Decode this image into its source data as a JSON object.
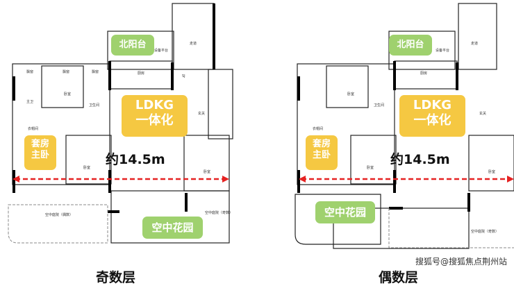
{
  "odd": {
    "caption": "奇数层",
    "north_balcony": "北阳台",
    "ldkg_1": "LDKG",
    "ldkg_2": "一体化",
    "suite_1": "套房",
    "suite_2": "主卧",
    "width": "约14.5m",
    "garden": "空中花园",
    "rooms": {
      "bay1": "飘窗",
      "bay2": "飘窗",
      "bay3": "飘窗",
      "bed_main": "卧室",
      "master_bath": "主卫",
      "bath": "卫生间",
      "kitchen": "厨房",
      "foyer": "玄关",
      "corridor": "走道",
      "equipment": "设备平台",
      "closet": "衣帽间",
      "master": "主卧",
      "bed2": "卧室",
      "bed3": "卧室",
      "court_even": "空中庭院（偶数）",
      "court_odd": "空中庭院（奇数）",
      "sj": "SJ"
    }
  },
  "even": {
    "caption": "偶数层",
    "north_balcony": "北阳台",
    "ldkg_1": "LDKG",
    "ldkg_2": "一体化",
    "suite_1": "套房",
    "suite_2": "主卧",
    "width": "约14.5m",
    "garden": "空中花园",
    "rooms": {
      "kitchen": "厨房",
      "foyer": "玄关",
      "corridor": "走道",
      "equipment": "设备平台",
      "closet": "衣帽间",
      "bed_main": "卧室",
      "bath": "卫生间",
      "bed2": "卧室",
      "bed3": "卧室",
      "court_odd": "空中庭院（奇数）"
    }
  },
  "watermark": "搜狐号@搜狐焦点荆州站",
  "colors": {
    "green": "#9fd16e",
    "yellow": "#f5c842",
    "arrow": "#e52222"
  }
}
